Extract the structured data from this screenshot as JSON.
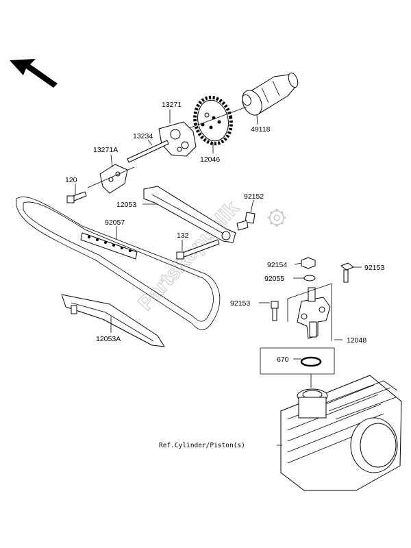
{
  "labels": {
    "p13271": "13271",
    "p13234": "13234",
    "p13271A": "13271A",
    "p120": "120",
    "p12046": "12046",
    "p49118": "49118",
    "p12053": "12053",
    "p92152": "92152",
    "p92057": "92057",
    "p132": "132",
    "p92154": "92154",
    "p92055": "92055",
    "p92153a": "92153",
    "p92153b": "92153",
    "p12048": "12048",
    "p670": "670",
    "p12053A": "12053A",
    "ref_cylinder": "Ref.Cylinder/Piston(s)"
  },
  "watermark": "PartsRepublik",
  "icons": {
    "direction_arrow": "front-direction-arrow",
    "gear": "gear-icon"
  }
}
